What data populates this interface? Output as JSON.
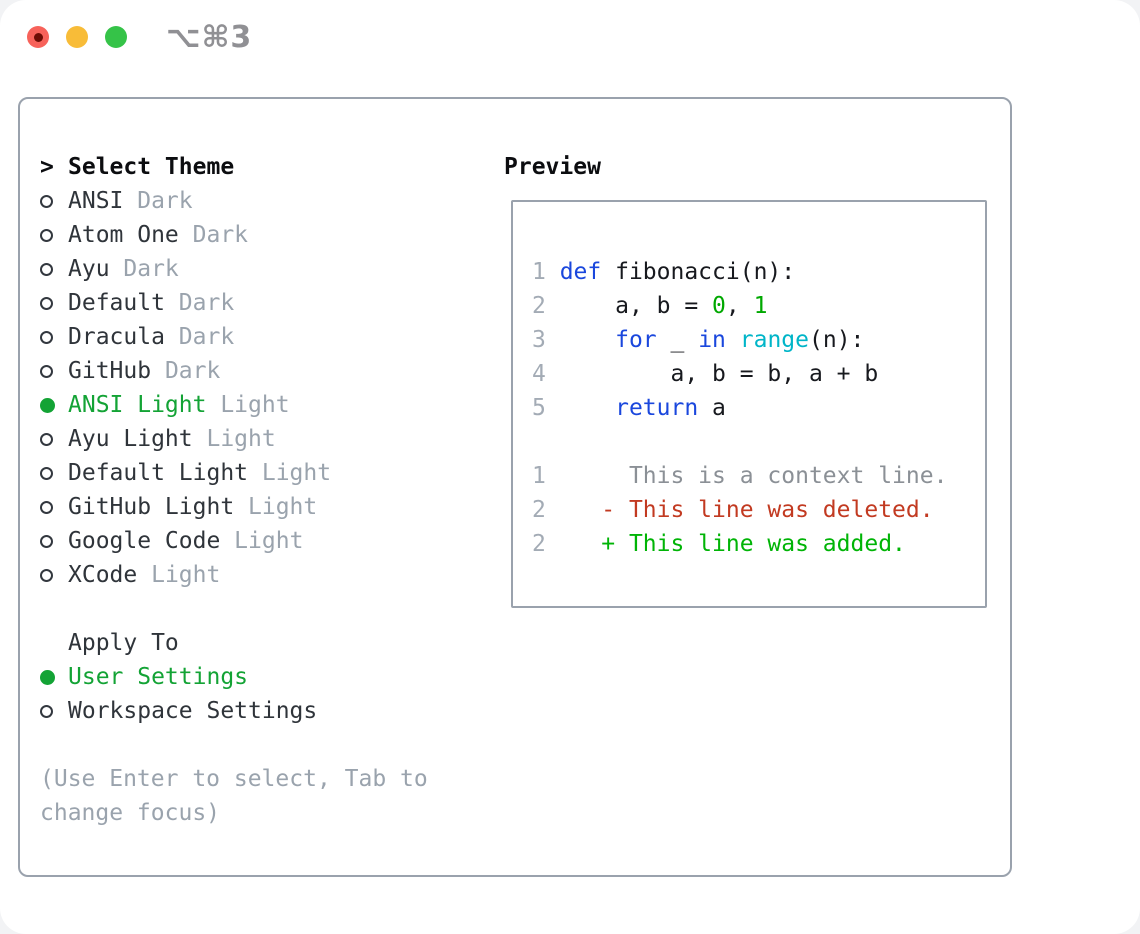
{
  "window": {
    "shortcut": "⌥⌘3"
  },
  "theme_picker": {
    "title_prefix": ">",
    "title": "Select Theme",
    "themes": [
      {
        "name": "ANSI",
        "variant": "Dark",
        "selected": false
      },
      {
        "name": "Atom One",
        "variant": "Dark",
        "selected": false
      },
      {
        "name": "Ayu",
        "variant": "Dark",
        "selected": false
      },
      {
        "name": "Default",
        "variant": "Dark",
        "selected": false
      },
      {
        "name": "Dracula",
        "variant": "Dark",
        "selected": false
      },
      {
        "name": "GitHub",
        "variant": "Dark",
        "selected": false
      },
      {
        "name": "ANSI Light",
        "variant": "Light",
        "selected": true
      },
      {
        "name": "Ayu Light",
        "variant": "Light",
        "selected": false
      },
      {
        "name": "Default Light",
        "variant": "Light",
        "selected": false
      },
      {
        "name": "GitHub Light",
        "variant": "Light",
        "selected": false
      },
      {
        "name": "Google Code",
        "variant": "Light",
        "selected": false
      },
      {
        "name": "XCode",
        "variant": "Light",
        "selected": false
      }
    ],
    "apply_to": {
      "title": "Apply To",
      "options": [
        {
          "label": "User Settings",
          "selected": true
        },
        {
          "label": "Workspace Settings",
          "selected": false
        }
      ]
    },
    "hint_lines": [
      "(Use Enter to select, Tab to",
      "change focus)"
    ]
  },
  "preview": {
    "title": "Preview",
    "code_lines": [
      [],
      [
        [
          "ln",
          "1 "
        ],
        [
          "kw",
          "def"
        ],
        [
          "plain",
          " fibonacci(n):"
        ]
      ],
      [
        [
          "ln",
          "2 "
        ],
        [
          "plain",
          "    a, b = "
        ],
        [
          "num",
          "0"
        ],
        [
          "plain",
          ", "
        ],
        [
          "num",
          "1"
        ]
      ],
      [
        [
          "ln",
          "3 "
        ],
        [
          "plain",
          "    "
        ],
        [
          "kw",
          "for"
        ],
        [
          "plain",
          " _ "
        ],
        [
          "kw",
          "in"
        ],
        [
          "plain",
          " "
        ],
        [
          "fn",
          "range"
        ],
        [
          "plain",
          "(n):"
        ]
      ],
      [
        [
          "ln",
          "4 "
        ],
        [
          "plain",
          "        a, b = b, a + b"
        ]
      ],
      [
        [
          "ln",
          "5 "
        ],
        [
          "plain",
          "    "
        ],
        [
          "kw",
          "return"
        ],
        [
          "plain",
          " a"
        ]
      ],
      [],
      [
        [
          "ln",
          "1"
        ],
        [
          "ctx",
          "      This is a context line."
        ]
      ],
      [
        [
          "ln",
          "2"
        ],
        [
          "del",
          "    - This line was deleted."
        ]
      ],
      [
        [
          "ln",
          "2"
        ],
        [
          "add",
          "    + This line was added."
        ]
      ]
    ]
  },
  "colors": {
    "kw": "#1a47dd",
    "fn": "#00b5c8",
    "num": "#00a800",
    "plain": "#17191e",
    "ln": "#a3abb5",
    "ctx": "#8b9096",
    "del": "#c23a21",
    "add": "#00b406",
    "accent_green": "#13a335",
    "muted": "#9aa3ad",
    "border": "#9aa2ad",
    "text": "#2f343a",
    "titlebar_gray": "#909094",
    "light_red": "#f7625a",
    "light_yellow": "#f8bc38",
    "light_green": "#35c348"
  }
}
